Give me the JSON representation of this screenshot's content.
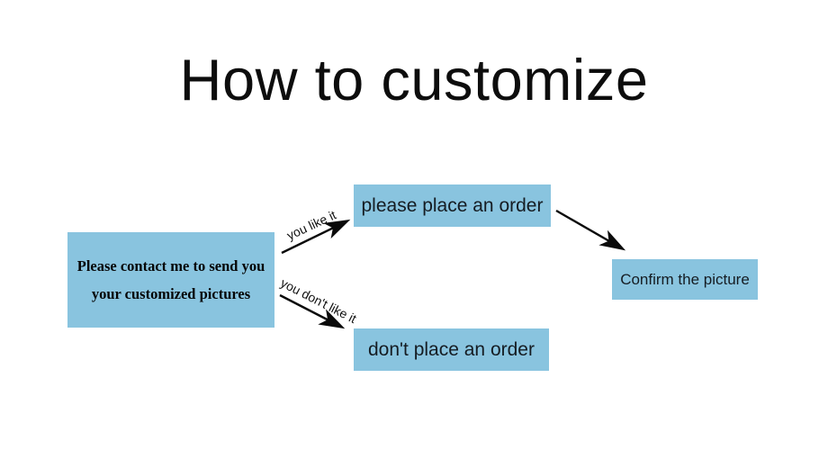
{
  "title": {
    "text": "How to customize"
  },
  "flowchart": {
    "box_fill": "#89c4df",
    "arrow_color": "#0a0a0a",
    "nodes": {
      "contact": {
        "line1": "Please contact me to send you",
        "line2": "your customized pictures"
      },
      "place_order": {
        "label": "please place an order"
      },
      "dont_place_order": {
        "label": "don't place an order"
      },
      "confirm": {
        "label": "Confirm the picture"
      }
    },
    "edges": {
      "like": {
        "label": "you like it"
      },
      "dont_like": {
        "label": "you don't like it"
      }
    }
  }
}
